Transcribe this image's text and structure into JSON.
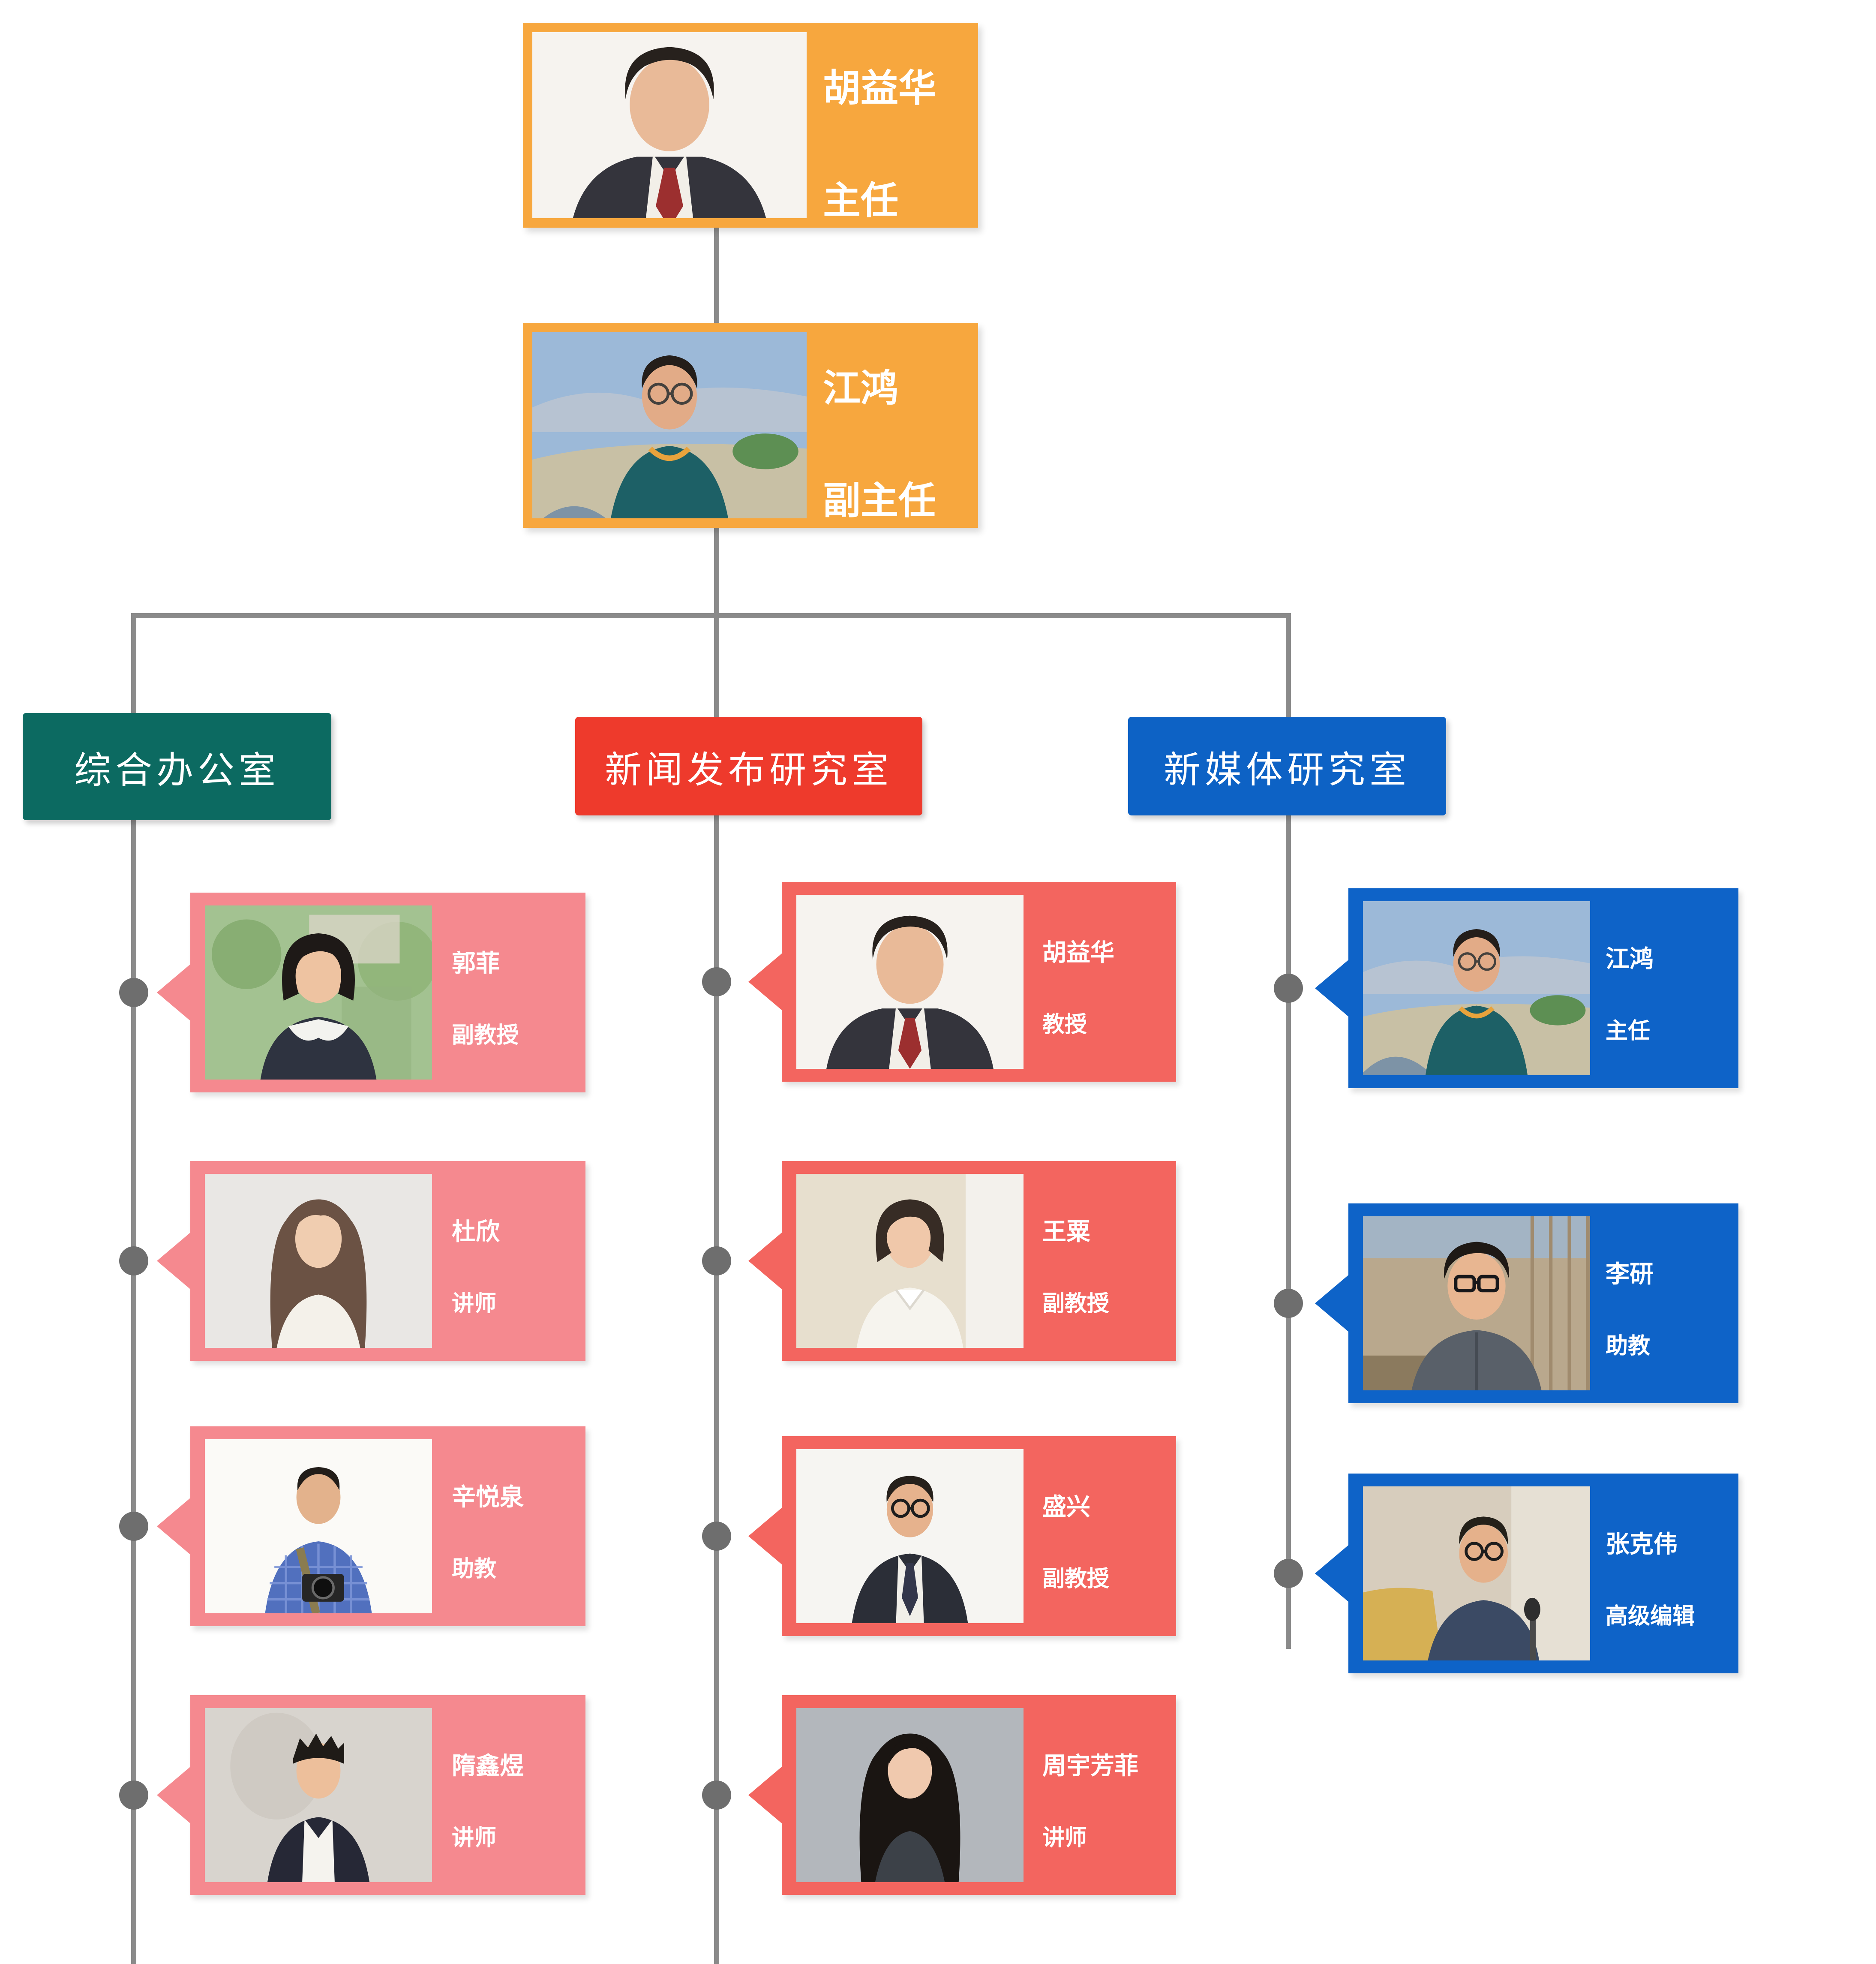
{
  "palette": {
    "leader_box": "#F7A73E",
    "dept_general_office": "#0C6A61",
    "dept_news_release": "#EE3A2C",
    "dept_new_media": "#0D62C5",
    "member_card_general": "#F5898F",
    "member_card_news": "#F3655F",
    "member_card_media": "#0E63C8",
    "connector_line": "#8A8A8A",
    "connector_dot": "#6E6E6E",
    "text": "#FFFFFF"
  },
  "leaders": [
    {
      "name": "胡益华",
      "title": "主任",
      "photo": "portrait-older-man-dark-suit-red-tie"
    },
    {
      "name": "江鸿",
      "title": "副主任",
      "photo": "portrait-man-glasses-teal-polo-seaside"
    }
  ],
  "departments": [
    {
      "label": "综合办公室",
      "members": [
        {
          "name": "郭菲",
          "title": "副教授",
          "photo": "portrait-woman-bob-hair-white-collar-campus"
        },
        {
          "name": "杜欣",
          "title": "讲师",
          "photo": "portrait-woman-long-brown-hair-white-top"
        },
        {
          "name": "辛悦泉",
          "title": "助教",
          "photo": "portrait-man-blue-plaid-shirt-camera"
        },
        {
          "name": "隋鑫煜",
          "title": "讲师",
          "photo": "portrait-young-man-dark-suit-white-shirt"
        }
      ]
    },
    {
      "label": "新闻发布研究室",
      "members": [
        {
          "name": "胡益华",
          "title": "教授",
          "photo": "portrait-older-man-dark-suit-red-tie"
        },
        {
          "name": "王粟",
          "title": "副教授",
          "photo": "portrait-woman-short-hair-white-shirt-beige"
        },
        {
          "name": "盛兴",
          "title": "副教授",
          "photo": "portrait-man-glasses-dark-jacket"
        },
        {
          "name": "周宇芳菲",
          "title": "讲师",
          "photo": "portrait-woman-long-black-hair-gray-bg"
        }
      ]
    },
    {
      "label": "新媒体研究室",
      "members": [
        {
          "name": "江鸿",
          "title": "主任",
          "photo": "portrait-man-glasses-teal-polo-seaside"
        },
        {
          "name": "李研",
          "title": "助教",
          "photo": "portrait-young-man-glasses-gray-jacket-outdoor"
        },
        {
          "name": "张克伟",
          "title": "高级编辑",
          "photo": "portrait-man-glasses-seated-microphone-yellow-couch"
        }
      ]
    }
  ]
}
